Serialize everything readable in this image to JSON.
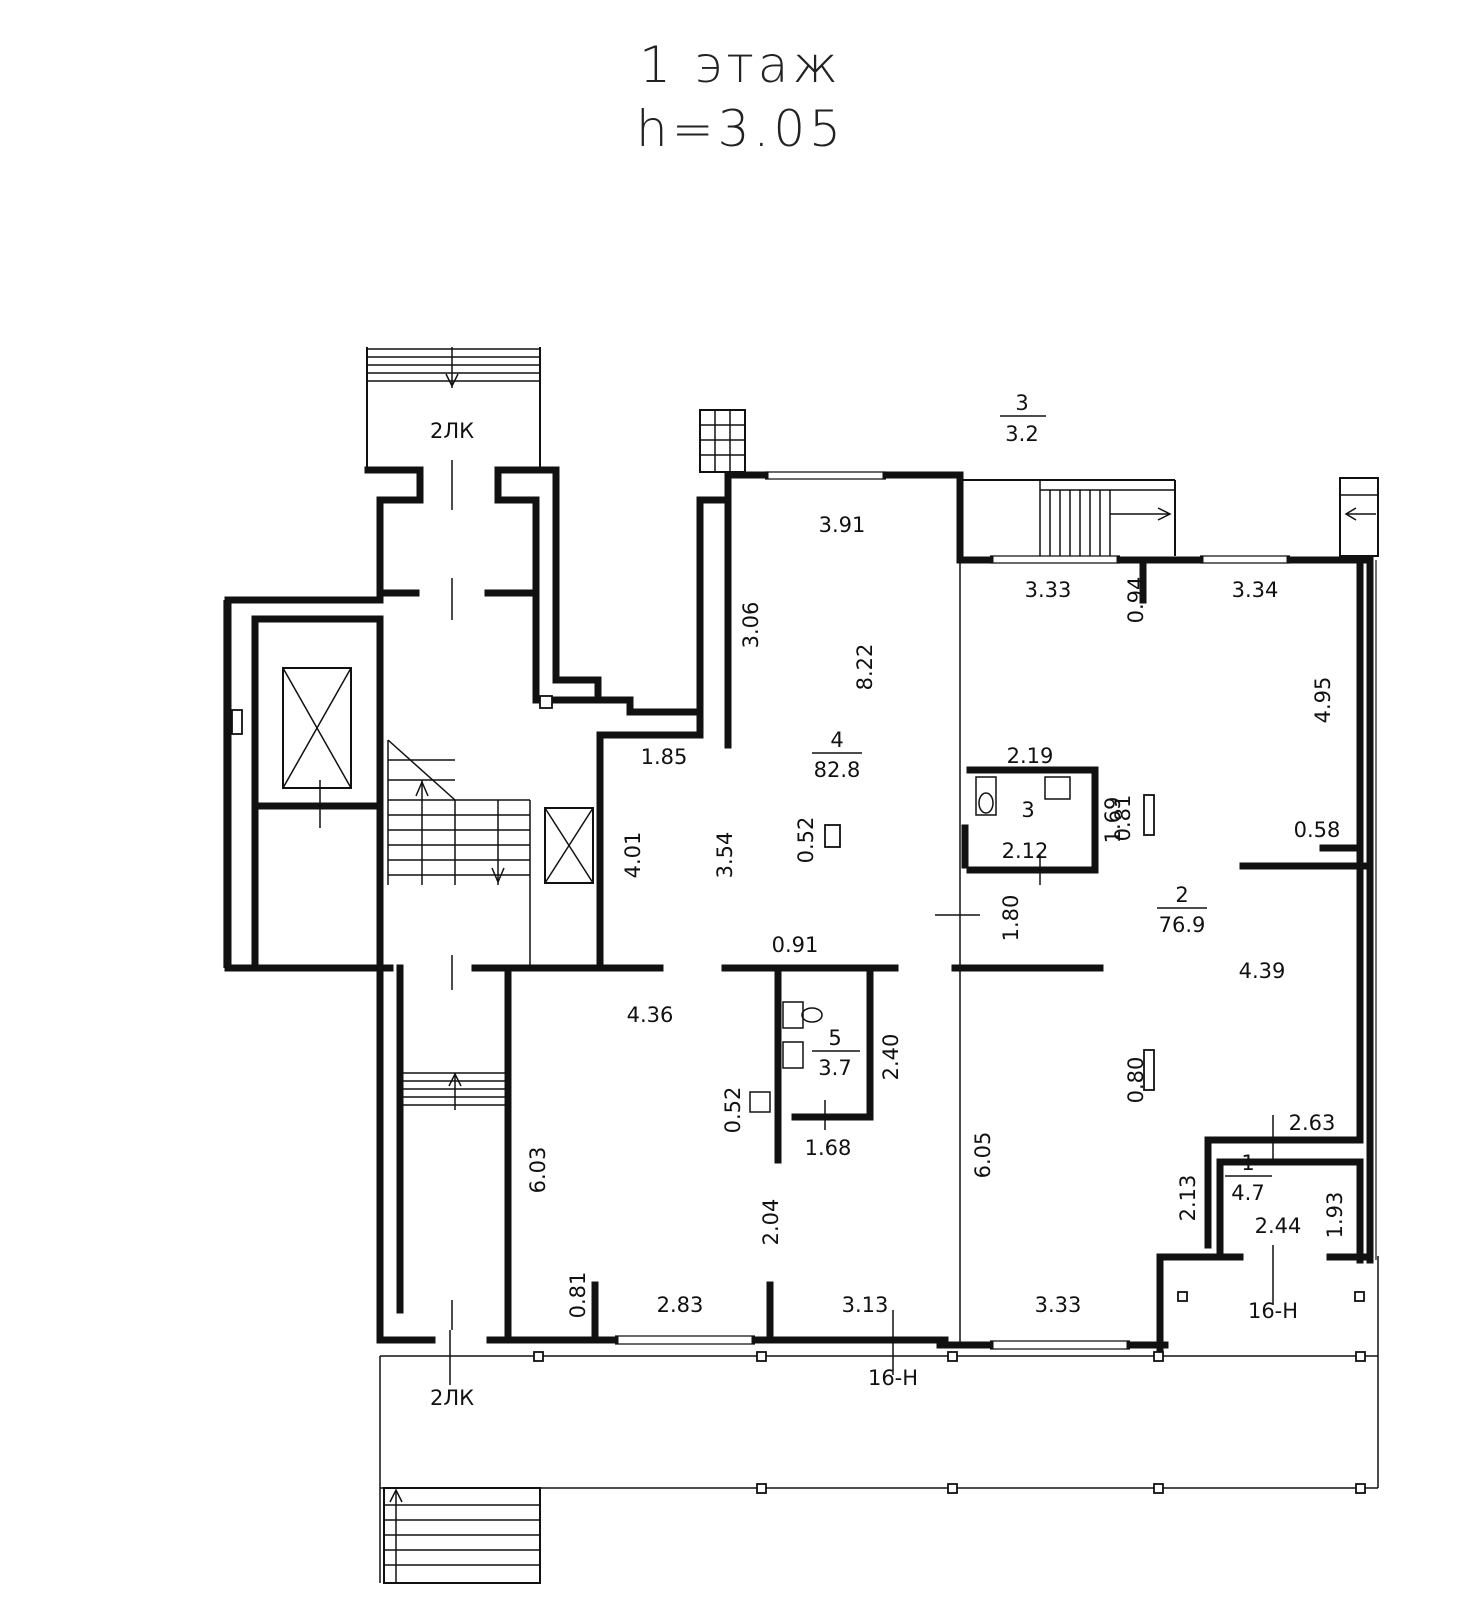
{
  "header": {
    "title": "1 этаж",
    "height": "h=3.05"
  },
  "rooms": [
    {
      "num": "4",
      "area": "82.8"
    },
    {
      "num": "2",
      "area": "76.9"
    },
    {
      "num": "3",
      "area": ""
    },
    {
      "num": "5",
      "area": "3.7"
    },
    {
      "num": "1",
      "area": "4.7"
    },
    {
      "num": "3",
      "area": "3.2"
    }
  ],
  "labels": {
    "lk_top": "2ЛК",
    "lk_bottom": "2ЛК",
    "n_bottom": "16-Н",
    "n_right": "16-Н"
  },
  "dimensions": [
    "3.91",
    "3.06",
    "8.22",
    "1.85",
    "3.54",
    "0.52",
    "4.01",
    "0.91",
    "4.36",
    "2.40",
    "0.52",
    "1.68",
    "6.03",
    "2.04",
    "0.81",
    "2.83",
    "3.13",
    "3.33",
    "0.94",
    "3.34",
    "4.95",
    "2.19",
    "1.69",
    "0.81",
    "2.12",
    "0.58",
    "1.80",
    "4.39",
    "6.05",
    "0.80",
    "2.63",
    "2.13",
    "1.93",
    "2.44",
    "3.33"
  ]
}
